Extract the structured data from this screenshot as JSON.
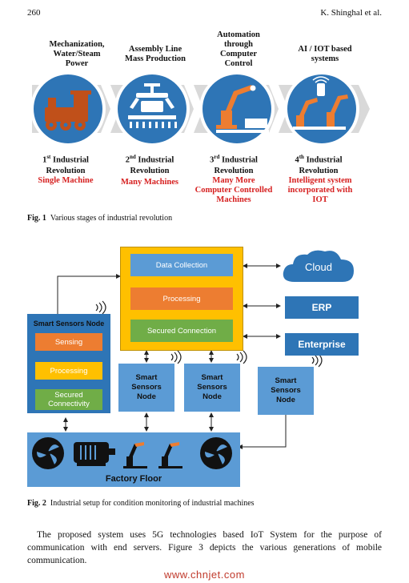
{
  "page": {
    "number": "260",
    "running_head": "K. Shinghal et al."
  },
  "fig1": {
    "stages": [
      {
        "top": "Mechanization,\nWater/Steam\nPower",
        "ordinal": "1",
        "suffix": "st",
        "revolution": "Industrial\nRevolution",
        "desc": "Single Machine"
      },
      {
        "top": "Assembly Line\nMass Production",
        "ordinal": "2",
        "suffix": "nd",
        "revolution": "Industrial\nRevolution",
        "desc": "Many Machines"
      },
      {
        "top": "Automation\nthrough\nComputer\nControl",
        "ordinal": "3",
        "suffix": "rd",
        "revolution": "Industrial\nRevolution",
        "desc": "Many More\nComputer Controlled\nMachines"
      },
      {
        "top": "AI / IOT based\nsystems",
        "ordinal": "4",
        "suffix": "th",
        "revolution": "Industrial\nRevolution",
        "desc": "Intelligent system\nincorporated with\nIOT"
      }
    ],
    "caption_label": "Fig. 1",
    "caption_text": "Various stages of industrial revolution",
    "colors": {
      "circle": "#2e75b6",
      "arrow": "#d9d9d9",
      "desc": "#d62020"
    }
  },
  "fig2": {
    "central_boxes": [
      "Data Collection",
      "Processing",
      "Secured Connection"
    ],
    "smart_node_title": "Smart Sensors Node",
    "smart_node_boxes": [
      "Sensing",
      "Processing",
      "Secured\nConnectivity"
    ],
    "sensor_nodes": [
      "Smart\nSensors\nNode",
      "Smart\nSensors\nNode",
      "Smart\nSensors\nNode"
    ],
    "cloud": "Cloud",
    "erp": "ERP",
    "enterprise": "Enterprise",
    "factory_floor": "Factory Floor",
    "caption_label": "Fig. 2",
    "caption_text": "Industrial setup for condition monitoring of industrial machines",
    "colors": {
      "blue": "#2e75b6",
      "light_blue": "#5b9bd5",
      "orange": "#ed7d31",
      "yellow": "#ffc000",
      "green": "#70ad47",
      "panel": "#ffc000",
      "factory": "#5b9bd5"
    }
  },
  "body": {
    "paragraph": "The proposed system uses 5G technologies based IoT System for the purpose of communication with end servers. Figure 3 depicts the various generations of mobile communication."
  },
  "watermark": "www.chnjet.com"
}
